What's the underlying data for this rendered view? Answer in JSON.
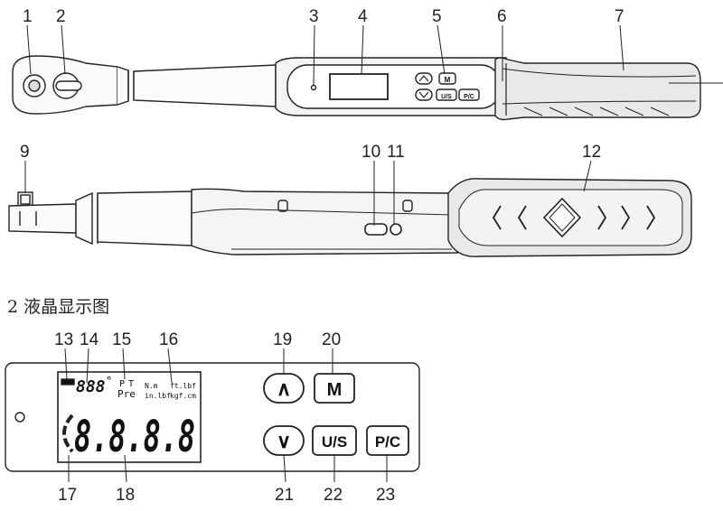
{
  "callouts": {
    "c1": "1",
    "c2": "2",
    "c3": "3",
    "c4": "4",
    "c5": "5",
    "c6": "6",
    "c7": "7",
    "c9": "9",
    "c10": "10",
    "c11": "11",
    "c12": "12",
    "c13": "13",
    "c14": "14",
    "c15": "15",
    "c16": "16",
    "c17": "17",
    "c18": "18",
    "c19": "19",
    "c20": "20",
    "c21": "21",
    "c22": "22",
    "c23": "23"
  },
  "section_title": "2 液晶显示图",
  "buttons": {
    "mode": "M",
    "units": "U/S",
    "peak_clear": "P/C",
    "up_glyph": "∧",
    "down_glyph": "∨"
  },
  "lcd": {
    "small_digits": "888",
    "degree": "°",
    "p_label": "P",
    "t_label": "T",
    "pre_label": "Pre",
    "unit_nm": "N.m",
    "unit_ftlbf": "ft.lbf",
    "unit_inlbf": "in.lbf",
    "unit_kgfcm": "kgf.cm",
    "main_digits": "8.8.8.8"
  },
  "colors": {
    "line": "#222222",
    "handle_fill": "#e9e9e9",
    "background": "#ffffff"
  }
}
